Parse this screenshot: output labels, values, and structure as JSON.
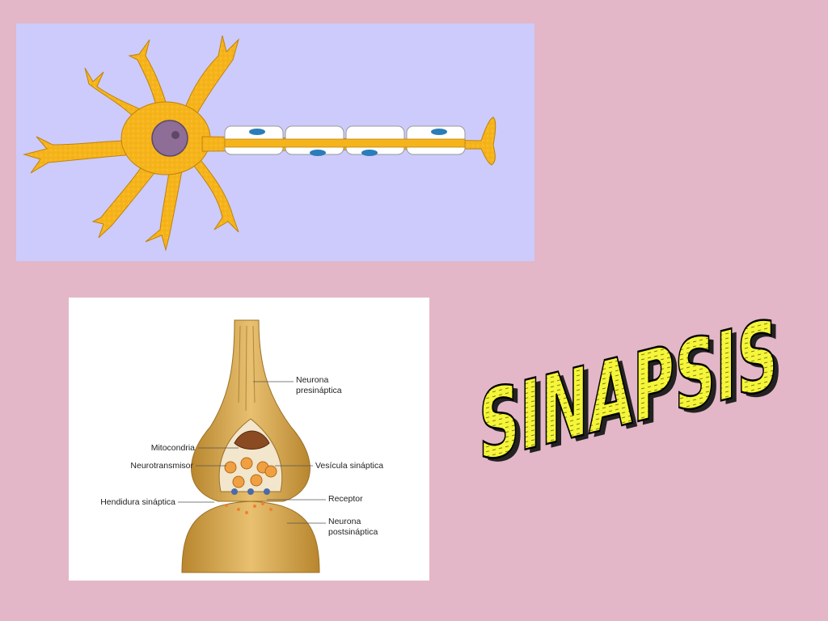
{
  "title": "SINAPSIS",
  "colors": {
    "background": "#e3b7c7",
    "neuron_panel": "#cccbfb",
    "neuron_body": "#f6b41b",
    "nucleus": "#8e6d96",
    "title_fill": "#f5f53a"
  },
  "synapse_diagram": {
    "labels": {
      "presynaptic_line1": "Neurona",
      "presynaptic_line2": "presináptica",
      "mitochondria": "Mitocondria",
      "neurotransmitter": "Neurotransmisor",
      "vesicle": "Vesícula sináptica",
      "cleft": "Hendidura sináptica",
      "receptor": "Receptor",
      "postsynaptic_line1": "Neurona",
      "postsynaptic_line2": "postsináptica"
    }
  }
}
